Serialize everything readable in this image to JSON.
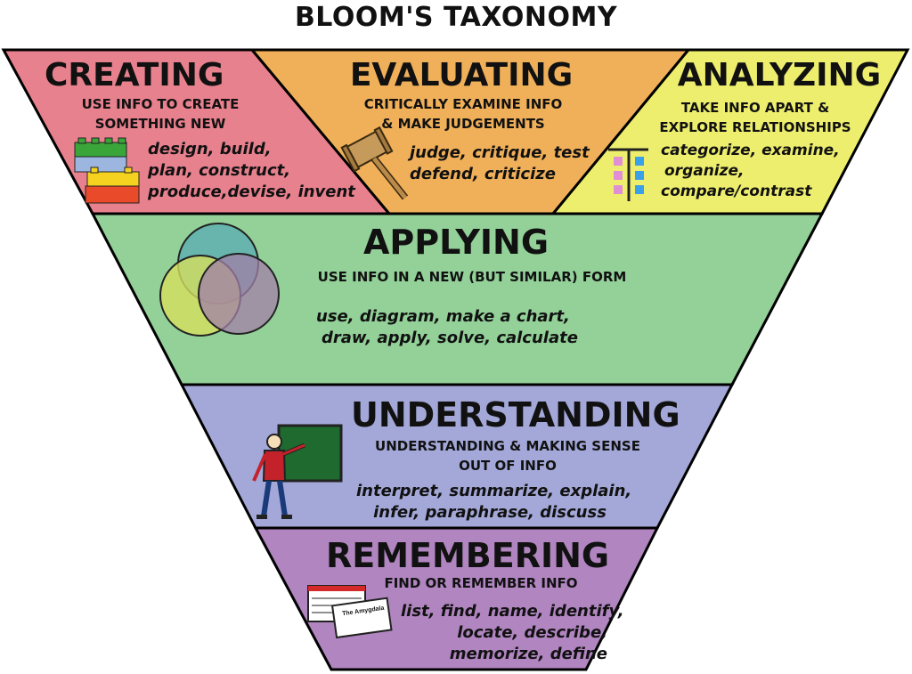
{
  "title": "BLOOM'S TAXONOMY",
  "levels": {
    "creating": {
      "name": "CREATING",
      "description": [
        "USE INFO TO CREATE",
        "SOMETHING NEW"
      ],
      "verbs": [
        "design, build,",
        "plan, construct,",
        "produce,devise, invent"
      ],
      "color": "#e8818e",
      "icon": "lego-bricks-icon"
    },
    "evaluating": {
      "name": "EVALUATING",
      "description": [
        "CRITICALLY EXAMINE INFO",
        "& MAKE JUDGEMENTS"
      ],
      "verbs": [
        "judge, critique, test",
        "defend, criticize"
      ],
      "color": "#f0b05a",
      "icon": "gavel-icon"
    },
    "analyzing": {
      "name": "ANALYZING",
      "description": [
        "TAKE INFO APART &",
        "EXPLORE RELATIONSHIPS"
      ],
      "verbs": [
        "categorize, examine,",
        "organize,",
        "compare/contrast"
      ],
      "color": "#eeee6e",
      "icon": "sorting-chart-icon"
    },
    "applying": {
      "name": "APPLYING",
      "description": [
        "USE INFO IN A NEW (BUT SIMILAR) FORM"
      ],
      "verbs": [
        "use, diagram, make a chart,",
        "draw, apply, solve, calculate"
      ],
      "color": "#93d199",
      "icon": "venn-diagram-icon"
    },
    "understanding": {
      "name": "UNDERSTANDING",
      "description": [
        "UNDERSTANDING & MAKING SENSE",
        "OUT OF INFO"
      ],
      "verbs": [
        "interpret, summarize, explain,",
        "infer, paraphrase, discuss"
      ],
      "color": "#a3a8d8",
      "icon": "teacher-chalkboard-icon"
    },
    "remembering": {
      "name": "REMEMBERING",
      "description": [
        "FIND OR REMEMBER INFO"
      ],
      "verbs": [
        "list, find, name, identify,",
        "locate, describe,",
        "memorize, define"
      ],
      "color": "#b085c0",
      "icon": "flashcards-icon",
      "flashcard_text": "The Amygdala"
    }
  }
}
